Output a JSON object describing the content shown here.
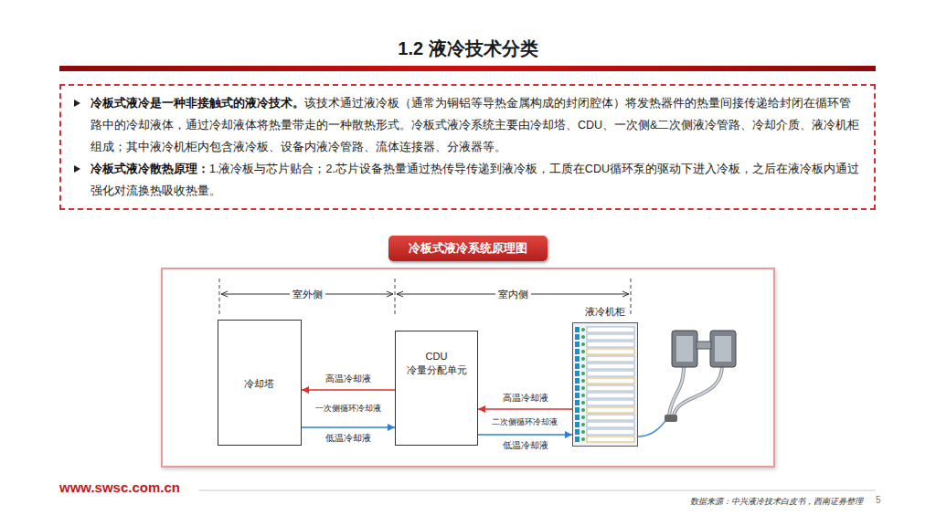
{
  "diagram": {
    "title": "1.2 液冷技术分类",
    "nodes": [
      {
        "text": [
          "冷板式液冷是一种非接触式的液冷技术。",
          "该技术通过液冷板（通常为铜铝等导热金属构成的封闭腔体）将发热器件的热量间接传递给封闭在循环管路中的冷却液体，通过冷却液体将热量带走的一种散热形式。冷板式液冷系统主要由冷却塔、CDU、一次侧&二次侧液冷管路、冷却介质、液冷机柜组成；其中液冷机柜内包含液冷板、设备内液冷管路、流体连接器、分液器等。",
          "冷板式液冷散热原理：",
          "1.液冷板与芯片贴合；2.芯片设备热量通过热传导传递到液冷板，工质在CDU循环泵的驱动下进入冷板，之后在液冷板内通过强化对流换热吸收热量。"
        ]
      },
      {
        "text": [
          "冷板式液冷系统原理图"
        ]
      },
      {
        "text": [
          "冷却塔"
        ]
      },
      {
        "text": [
          "CDU",
          "冷量分配单元"
        ]
      },
      {
        "text": [
          "液冷机柜"
        ]
      }
    ],
    "edges": [
      {
        "from": 3,
        "to": 2,
        "label": "高温冷却液",
        "arrow": "to"
      },
      {
        "from": 2,
        "to": 3,
        "label": "低温冷却液",
        "arrow": "to"
      },
      {
        "from": 4,
        "to": 3,
        "label": "高温冷却液",
        "arrow": "to"
      },
      {
        "from": 3,
        "to": 4,
        "label": "低温冷却液",
        "arrow": "to"
      }
    ],
    "labels": [
      "室外侧",
      "室内侧",
      "一次侧循环冷却液",
      "二次侧循环冷却液",
      "www.swsc.com.cn",
      "数据来源：中兴液冷技术白皮书，西南证券整理",
      "5"
    ]
  }
}
